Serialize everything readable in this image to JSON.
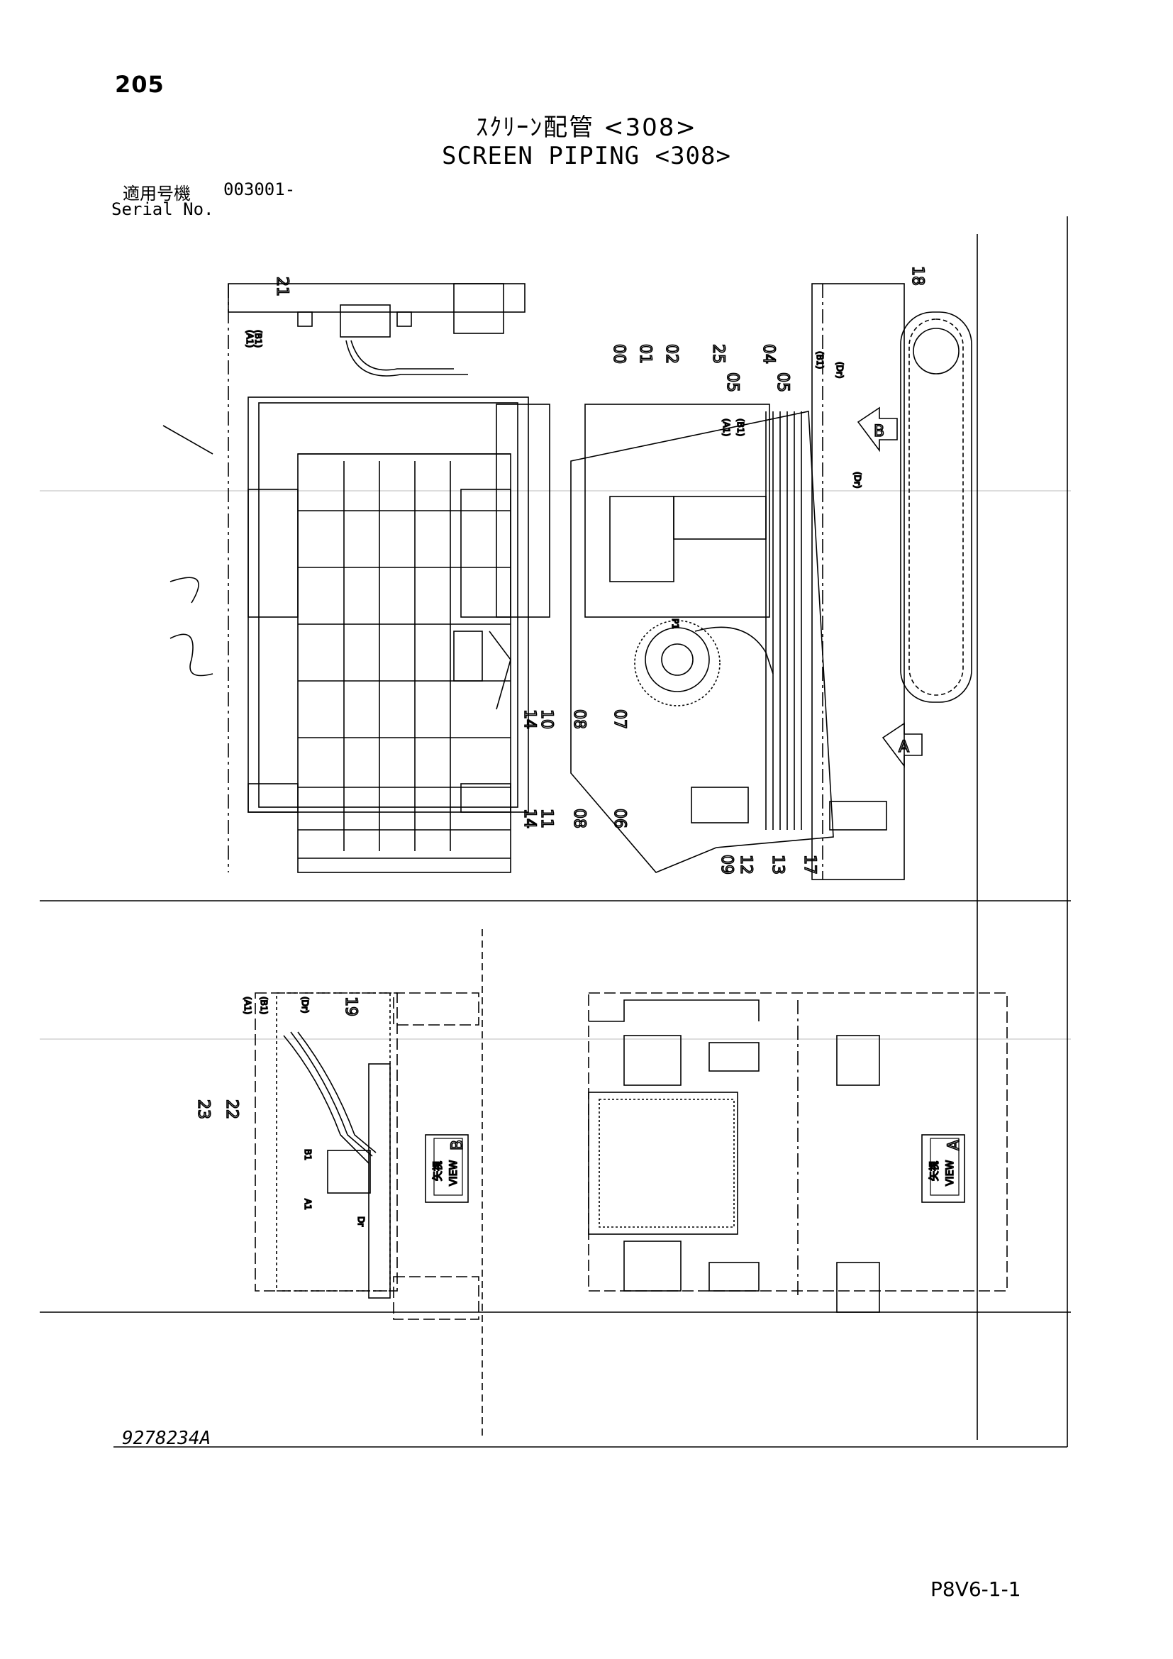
{
  "header": {
    "page_number": "205",
    "title_jp": "ｽｸﾘｰﾝ配管 <308>",
    "title_en": "SCREEN PIPING <308>",
    "serial_label_jp": "適用号機",
    "serial_value": "003001-",
    "serial_label_en": "Serial No."
  },
  "callouts": {
    "n21": "21",
    "n18": "18",
    "n00": "00",
    "n01": "01",
    "n02": "02",
    "n25": "25",
    "n05": "05",
    "n04": "04",
    "n05b": "05",
    "n14a": "14",
    "n10": "10",
    "n08a": "08",
    "n07": "07",
    "n14b": "14",
    "n11": "11",
    "n08b": "08",
    "n06": "06",
    "n09": "09",
    "n12": "12",
    "n13": "13",
    "n17": "17",
    "n19": "19",
    "n23": "23",
    "n22": "22"
  },
  "port_labels": {
    "a1": "(A1)",
    "b1": "(B1)",
    "dr": "(Dr)",
    "p1": "P1",
    "a1_plain": "A1",
    "b1_plain": "B1",
    "dr_plain": "Dr"
  },
  "view_labels": {
    "arrow_a": "A",
    "arrow_b": "B",
    "view_a_jp": "矢視",
    "view_a_en": "VIEW",
    "view_a_letter": "A",
    "view_b_jp": "矢視",
    "view_b_en": "VIEW",
    "view_b_letter": "B"
  },
  "footer": {
    "drawing_number": "9278234A",
    "sheet_code": "P8V6-1-1"
  }
}
